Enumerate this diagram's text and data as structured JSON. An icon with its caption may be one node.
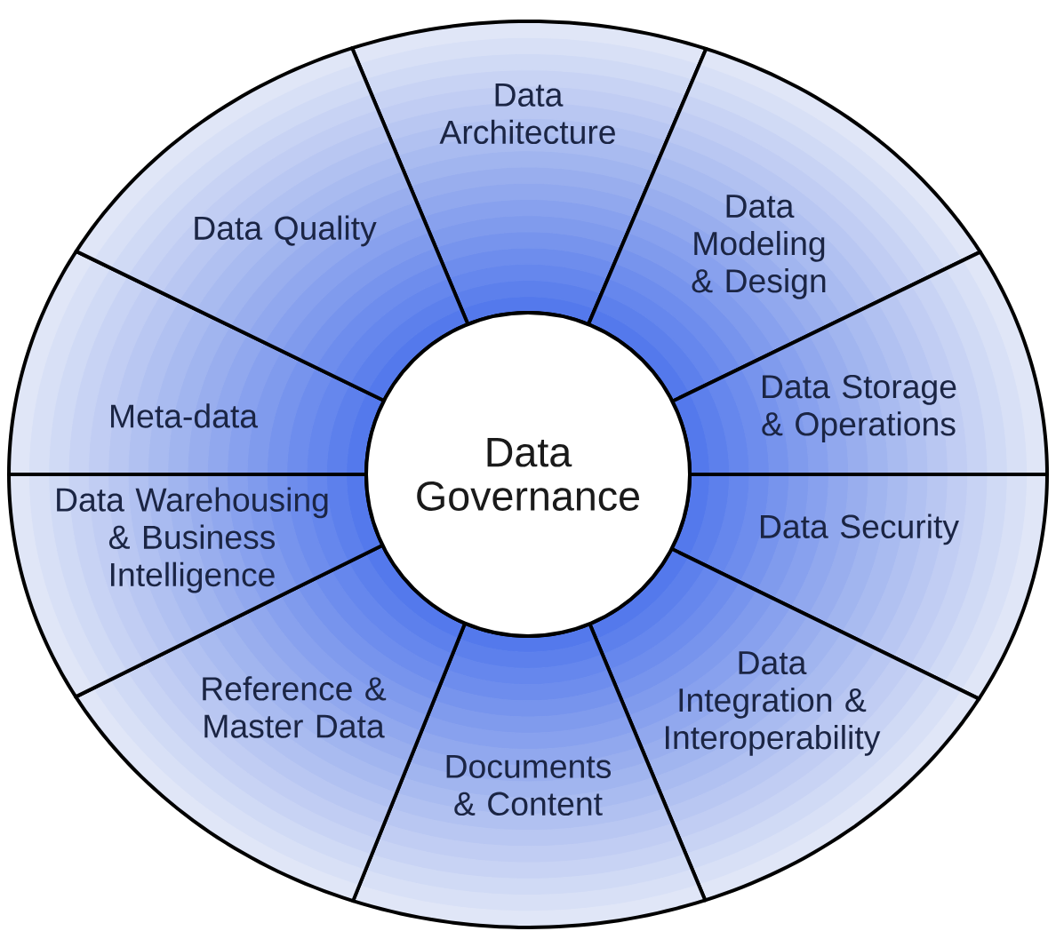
{
  "diagram": {
    "nodes": [
      {
        "text": [
          "Data Governance"
        ]
      },
      {
        "text": [
          "Data Architecture"
        ]
      },
      {
        "text": [
          "Data Modeling & Design"
        ]
      },
      {
        "text": [
          "Data Storage & Operations"
        ]
      },
      {
        "text": [
          "Data Security"
        ]
      },
      {
        "text": [
          "Data Integration & Interoperability"
        ]
      },
      {
        "text": [
          "Documents & Content"
        ]
      },
      {
        "text": [
          "Reference & Master Data"
        ]
      },
      {
        "text": [
          "Data Warehousing & Business Intelligence"
        ]
      },
      {
        "text": [
          "Meta-data"
        ]
      },
      {
        "text": [
          "Data Quality"
        ]
      }
    ]
  }
}
